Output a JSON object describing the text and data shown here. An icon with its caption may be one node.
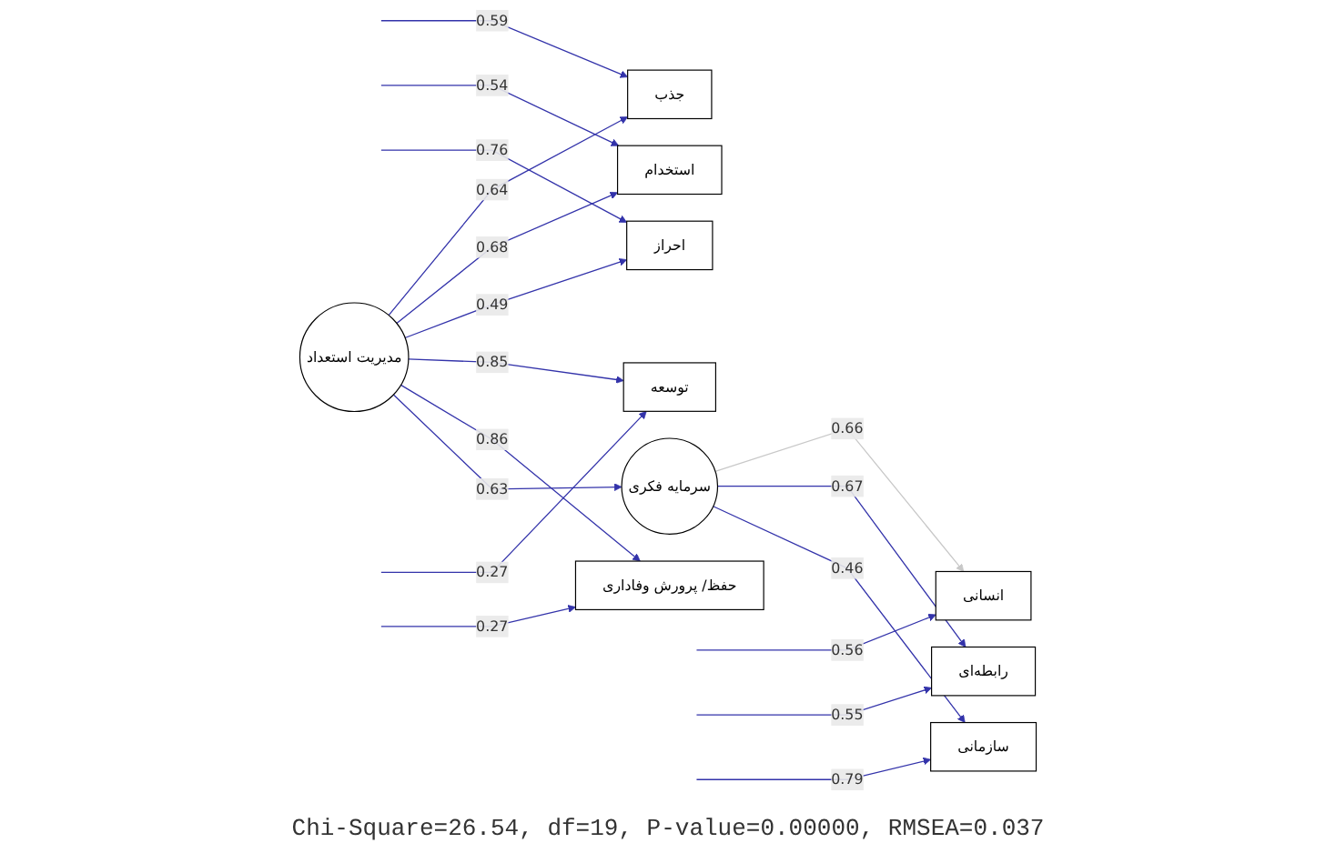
{
  "diagram": {
    "caption": "Chi-Square=26.54, df=19, P-value=0.00000, RMSEA=0.037",
    "nodes": [
      {
        "text": [
          "جذب"
        ]
      },
      {
        "text": [
          "استخدام"
        ]
      },
      {
        "text": [
          "احراز"
        ]
      },
      {
        "text": [
          "توسعه"
        ]
      },
      {
        "text": [
          "حفظ/ پرورش وفاداری"
        ]
      },
      {
        "text": [
          "مدیریت استعداد"
        ]
      },
      {
        "text": [
          "سرمایه فکری"
        ]
      },
      {
        "text": [
          "انسانی"
        ]
      },
      {
        "text": [
          "رابطه‌ای"
        ]
      },
      {
        "text": [
          "سازمانی"
        ]
      }
    ],
    "edges": [
      {
        "from": null,
        "to": 0,
        "arrow": "to",
        "label": "0.59"
      },
      {
        "from": null,
        "to": 1,
        "arrow": "to",
        "label": "0.54"
      },
      {
        "from": null,
        "to": 2,
        "arrow": "to",
        "label": "0.76"
      },
      {
        "from": null,
        "to": 3,
        "arrow": "to",
        "label": "0.27"
      },
      {
        "from": null,
        "to": 4,
        "arrow": "to",
        "label": "0.27"
      },
      {
        "from": 5,
        "to": 0,
        "arrow": "to",
        "label": "0.64"
      },
      {
        "from": 5,
        "to": 1,
        "arrow": "to",
        "label": "0.68"
      },
      {
        "from": 5,
        "to": 2,
        "arrow": "to",
        "label": "0.49"
      },
      {
        "from": 5,
        "to": 3,
        "arrow": "to",
        "label": "0.85"
      },
      {
        "from": 5,
        "to": 4,
        "arrow": "to",
        "label": "0.86"
      },
      {
        "from": 5,
        "to": 6,
        "arrow": "to",
        "label": "0.63"
      },
      {
        "from": 6,
        "to": 7,
        "arrow": "to",
        "label": "0.66",
        "color": "#c8c8c8"
      },
      {
        "from": 6,
        "to": 8,
        "arrow": "to",
        "label": "0.67"
      },
      {
        "from": 6,
        "to": 9,
        "arrow": "to",
        "label": "0.46"
      },
      {
        "from": null,
        "to": 7,
        "arrow": "to",
        "label": "0.56"
      },
      {
        "from": null,
        "to": 8,
        "arrow": "to",
        "label": "0.55"
      },
      {
        "from": null,
        "to": 9,
        "arrow": "to",
        "label": "0.79"
      }
    ]
  }
}
